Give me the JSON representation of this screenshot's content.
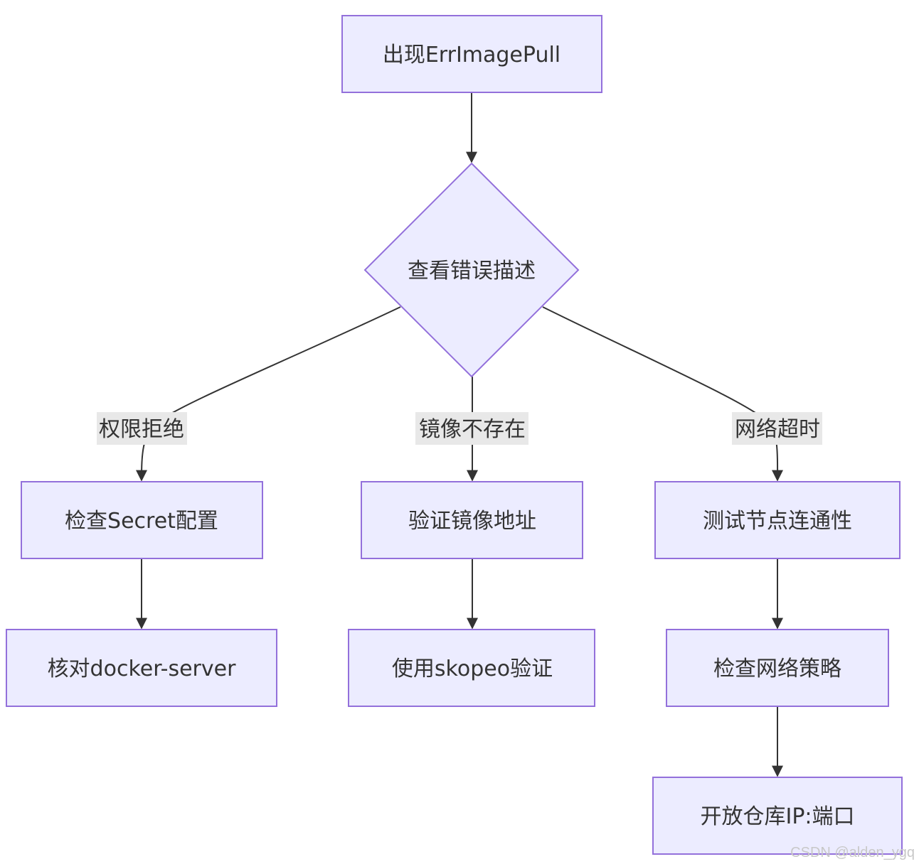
{
  "nodes": {
    "start": "出现ErrImagePull",
    "decision": "查看错误描述",
    "check_secret": "检查Secret配置",
    "verify_server": "核对docker-server",
    "verify_image": "验证镜像地址",
    "skopeo": "使用skopeo验证",
    "test_connectivity": "测试节点连通性",
    "network_policy": "检查网络策略",
    "open_port": "开放仓库IP:端口"
  },
  "edge_labels": {
    "permission": "权限拒绝",
    "not_found": "镜像不存在",
    "timeout": "网络超时"
  },
  "watermark": "CSDN @alden_ygq"
}
